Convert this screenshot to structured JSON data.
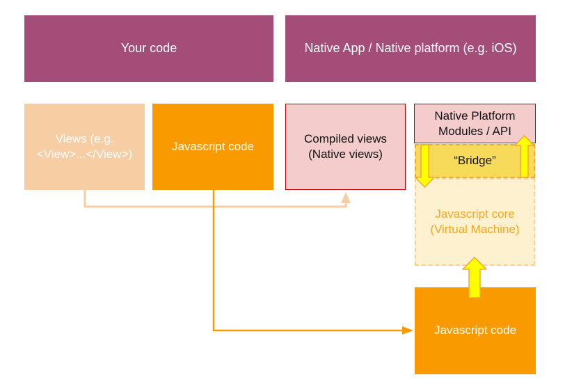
{
  "header": {
    "your_code": "Your code",
    "native_app": "Native App / Native platform (e.g. iOS)"
  },
  "boxes": {
    "views": [
      "Views (e.g.",
      "<View>...</View>)"
    ],
    "javascript_code": "Javascript code",
    "compiled_views": [
      "Compiled views",
      "(Native views)"
    ],
    "native_modules": [
      "Native Platform",
      "Modules / API"
    ],
    "bridge": "“Bridge”",
    "js_core": [
      "Javascript core",
      "(Virtual Machine)"
    ],
    "javascript_code_bottom": "Javascript code"
  },
  "colors": {
    "header": "#a44d78",
    "views": "#f7cda3",
    "javascript": "#f99b00",
    "native": "#f4cccc",
    "native_border": "#c00000",
    "bridge": "#f8da5b",
    "core": "#fef1cf",
    "arrow_light": "#f7cda3",
    "arrow_dark": "#f99b00",
    "arrow_yellow": "#ffff00"
  }
}
